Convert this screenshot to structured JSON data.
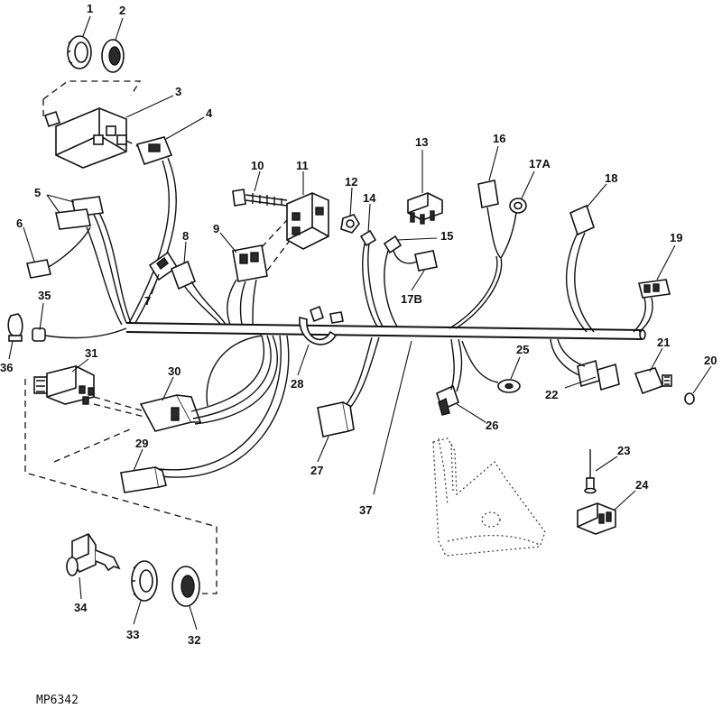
{
  "figure_code": "MP6342",
  "callouts": [
    {
      "id": "c1",
      "label": "1"
    },
    {
      "id": "c2",
      "label": "2"
    },
    {
      "id": "c3",
      "label": "3"
    },
    {
      "id": "c4",
      "label": "4"
    },
    {
      "id": "c5",
      "label": "5"
    },
    {
      "id": "c6",
      "label": "6"
    },
    {
      "id": "c7",
      "label": "7"
    },
    {
      "id": "c8",
      "label": "8"
    },
    {
      "id": "c9",
      "label": "9"
    },
    {
      "id": "c10",
      "label": "10"
    },
    {
      "id": "c11",
      "label": "11"
    },
    {
      "id": "c12",
      "label": "12"
    },
    {
      "id": "c13",
      "label": "13"
    },
    {
      "id": "c14",
      "label": "14"
    },
    {
      "id": "c15",
      "label": "15"
    },
    {
      "id": "c16",
      "label": "16"
    },
    {
      "id": "c17a",
      "label": "17A"
    },
    {
      "id": "c17b",
      "label": "17B"
    },
    {
      "id": "c18",
      "label": "18"
    },
    {
      "id": "c19",
      "label": "19"
    },
    {
      "id": "c20",
      "label": "20"
    },
    {
      "id": "c21",
      "label": "21"
    },
    {
      "id": "c22",
      "label": "22"
    },
    {
      "id": "c23",
      "label": "23"
    },
    {
      "id": "c24",
      "label": "24"
    },
    {
      "id": "c25",
      "label": "25"
    },
    {
      "id": "c26",
      "label": "26"
    },
    {
      "id": "c27",
      "label": "27"
    },
    {
      "id": "c28",
      "label": "28"
    },
    {
      "id": "c29",
      "label": "29"
    },
    {
      "id": "c30",
      "label": "30"
    },
    {
      "id": "c31",
      "label": "31"
    },
    {
      "id": "c32",
      "label": "32"
    },
    {
      "id": "c33",
      "label": "33"
    },
    {
      "id": "c34",
      "label": "34"
    },
    {
      "id": "c35",
      "label": "35"
    },
    {
      "id": "c36",
      "label": "36"
    },
    {
      "id": "c37",
      "label": "37"
    }
  ]
}
